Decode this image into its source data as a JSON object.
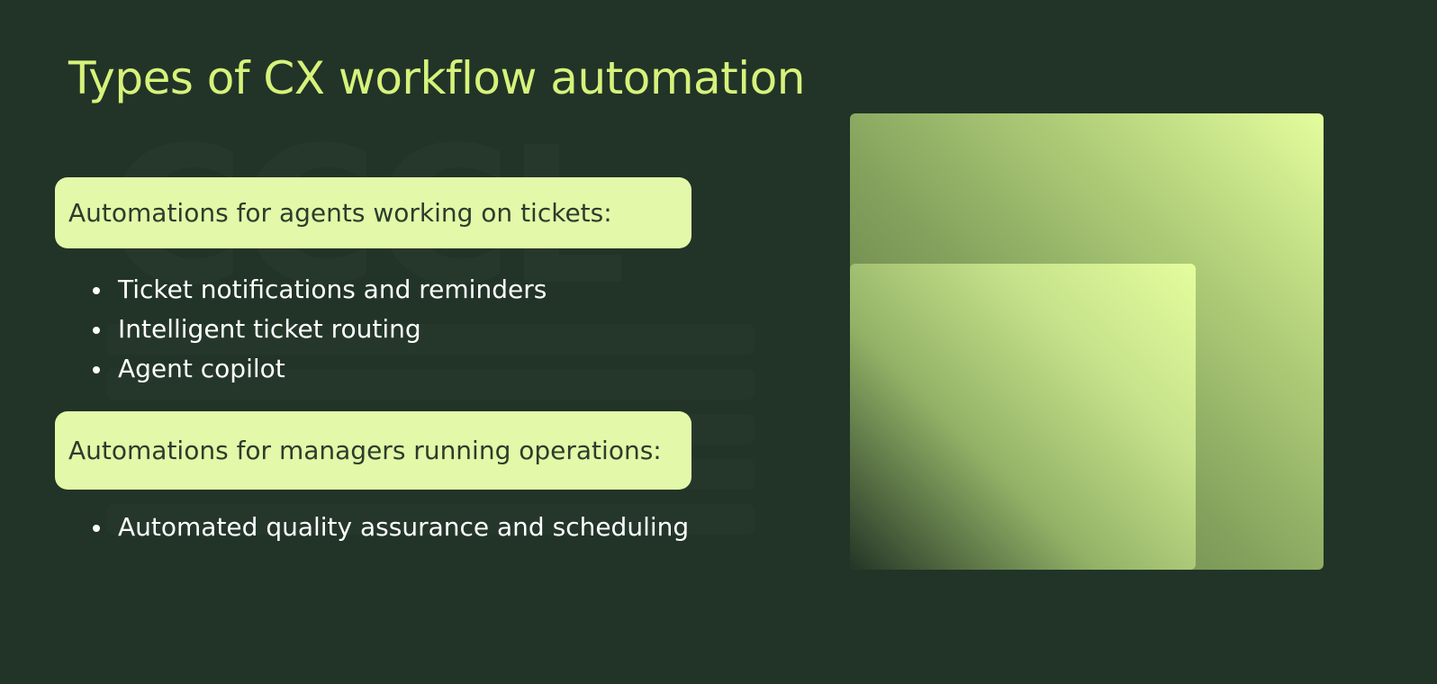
{
  "title": "Types of CX workflow automation",
  "sections": [
    {
      "heading": "Automations for agents working on tickets:",
      "items": [
        "Ticket notifications and reminders",
        "Intelligent ticket routing",
        "Agent copilot"
      ]
    },
    {
      "heading": "Automations for managers running operations:",
      "items": [
        "Automated quality assurance and scheduling"
      ]
    }
  ],
  "colors": {
    "background": "#213427",
    "title": "#d7f27b",
    "pill": "#e3f8a8",
    "pill_text": "#2b3d2c",
    "bullet_text": "#ffffff",
    "gradient_light": "#e4fd9d",
    "gradient_dark": "#50683d"
  }
}
